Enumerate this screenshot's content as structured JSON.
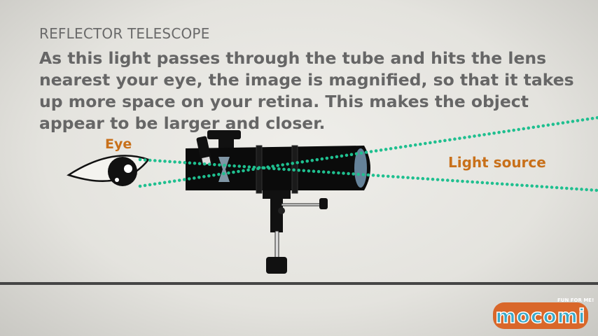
{
  "title": "REFLECTOR TELESCOPE",
  "body": "As this light passes through the tube and hits the lens nearest your eye, the image is magnified, so that it takes up more space on your retina. This makes the object appear to be larger and closer.",
  "labels": {
    "eye": "Eye",
    "light_source": "Light source"
  },
  "logo": {
    "name": "mocomi",
    "tagline": "FUN FOR ME!"
  },
  "colors": {
    "ray": "#1fbf8f",
    "label": "#c8701a",
    "text": "#666666"
  }
}
